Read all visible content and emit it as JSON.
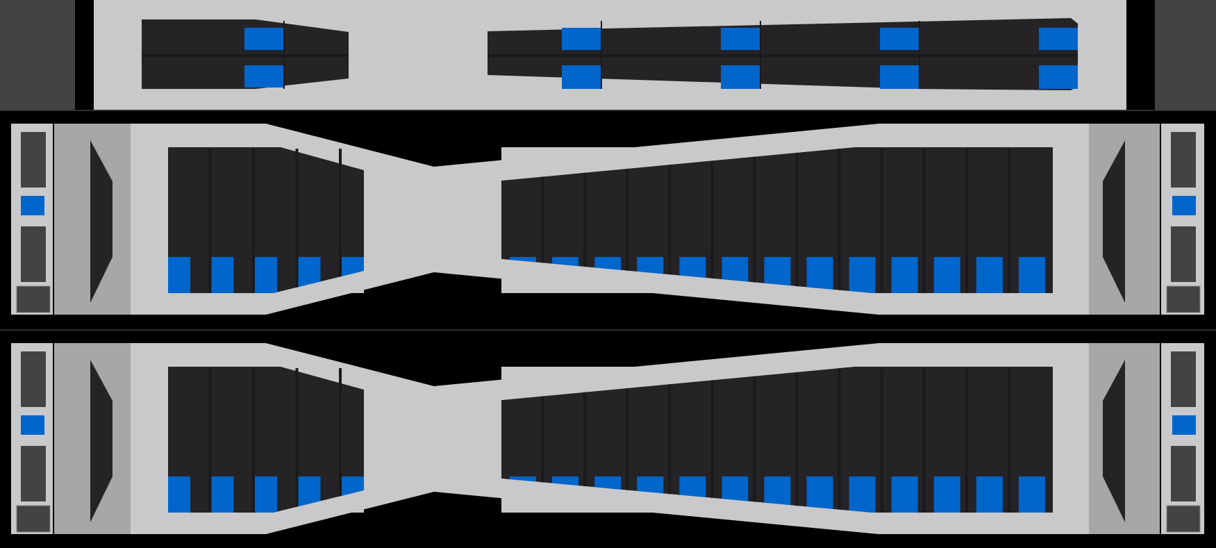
{
  "colors": {
    "background": "#000000",
    "bezel": "#C9C9CB",
    "bezel_dark": "#A6A7A9",
    "ear": "#434343",
    "bay": "#252325",
    "bay_divider": "#1A1A1C",
    "drive_led": "#0066CC",
    "separator": "#2E2E2E"
  },
  "enclosures": [
    {
      "name": "enclosure-1u",
      "type": "1U",
      "left_bay_drives": 1,
      "right_bay_drives": 4
    },
    {
      "name": "enclosure-2u-top",
      "type": "2U",
      "left_bay_drives": 5,
      "right_bay_drives": 13
    },
    {
      "name": "enclosure-2u-bottom",
      "type": "2U",
      "left_bay_drives": 5,
      "right_bay_drives": 13
    }
  ]
}
